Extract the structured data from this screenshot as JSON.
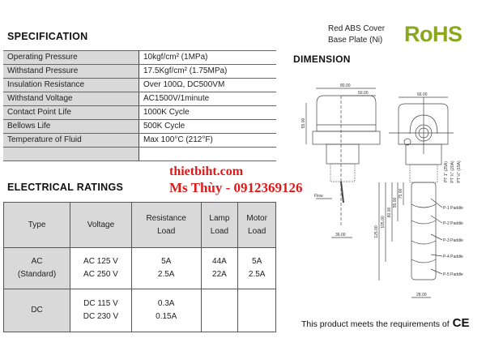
{
  "specification": {
    "title": "SPECIFICATION",
    "rows": [
      {
        "label": "Operating Pressure",
        "value": "10kgf/cm² (1MPa)"
      },
      {
        "label": "Withstand Pressure",
        "value": "17.5Kgf/cm² (1.75MPa)"
      },
      {
        "label": "Insulation Resistance",
        "value": "Over 100Ω, DC500VM"
      },
      {
        "label": "Withstand Voltage",
        "value": "AC1500V/1minute"
      },
      {
        "label": "Contact Point Life",
        "value": "1000K Cycle"
      },
      {
        "label": "Bellows Life",
        "value": "500K Cycle"
      },
      {
        "label": "Temperature of Fluid",
        "value": "Max 100°C (212°F)"
      },
      {
        "label": "",
        "value": ""
      }
    ]
  },
  "electrical": {
    "title": "ELECTRICAL RATINGS",
    "headers": [
      [
        "Type"
      ],
      [
        "Voltage"
      ],
      [
        "Resistance",
        "Load"
      ],
      [
        "Lamp",
        "Load"
      ],
      [
        "Motor",
        "Load"
      ]
    ],
    "rows": [
      {
        "type": [
          "AC",
          "(Standard)"
        ],
        "voltage": [
          "AC  125  V",
          "AC  250  V"
        ],
        "resistance": [
          "5A",
          "2.5A"
        ],
        "lamp": [
          "44A",
          "22A"
        ],
        "motor": [
          "5A",
          "2.5A"
        ]
      },
      {
        "type": [
          "DC"
        ],
        "voltage": [
          "DC  115  V",
          "DC  230  V"
        ],
        "resistance": [
          "0.3A",
          "0.15A"
        ],
        "lamp": [
          "",
          ""
        ],
        "motor": [
          "",
          ""
        ]
      }
    ]
  },
  "watermark": {
    "site": "thietbiht.com",
    "contact": "Ms Thùy - 0912369126"
  },
  "material": {
    "line1": "Red ABS Cover",
    "line2": "Base Plate (Ni)"
  },
  "rohs": "RoHS",
  "dimension": {
    "title": "DIMENSION",
    "labels": {
      "w80": "80.00",
      "w50": "50.00",
      "h55": "55.00",
      "w66": "66.00",
      "w36": "36.00",
      "w28": "28.00",
      "d75": "75.00",
      "d55": "55.00",
      "d80": "80.00",
      "d105": "105.00",
      "d125": "125.00",
      "flow": "Flow",
      "pt1": "PT 1\" (25A)",
      "pt2": "PT ¾\" (20A)",
      "pt3": "PT ½\" (15A)"
    },
    "paddles": [
      "P-1 Paddle",
      "P-2 Paddle",
      "P-3 Paddle",
      "P-4 Paddle",
      "P-5 Paddle"
    ]
  },
  "compliance": {
    "text": "This product meets the requirements of",
    "mark": "CE"
  }
}
